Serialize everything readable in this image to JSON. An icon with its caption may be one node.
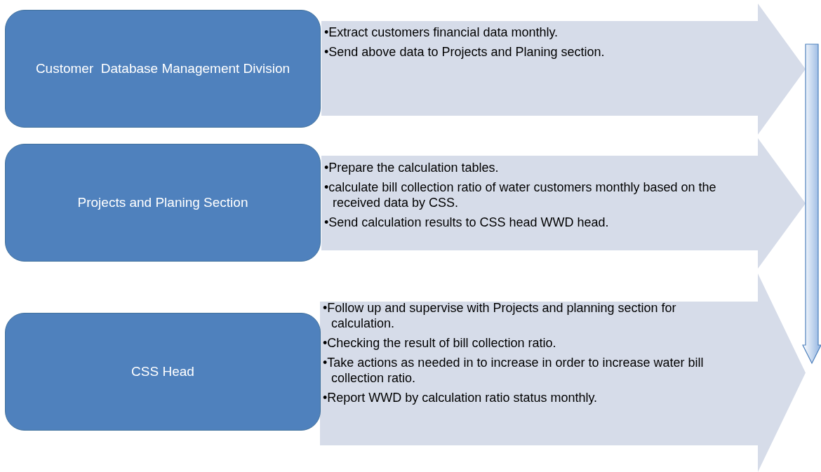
{
  "diagram": {
    "nodes": [
      {
        "text": [
          "Customer  Database Management Division"
        ]
      },
      {
        "text": [
          "•Extract customers financial data monthly.",
          "•Send above data to Projects and Planing section."
        ]
      },
      {
        "text": [
          "Projects and Planing Section"
        ]
      },
      {
        "text": [
          "•Prepare the calculation tables.",
          "•calculate bill collection ratio of water customers monthly based on the received data by CSS.",
          "•Send calculation results to CSS head WWD head."
        ]
      },
      {
        "text": [
          "CSS Head"
        ]
      },
      {
        "text": [
          "•Follow up and supervise with Projects and planning section for calculation.",
          "•Checking the result of bill collection ratio.",
          "•Take actions as needed in to increase in order to increase water bill collection ratio.",
          "•Report WWD by calculation ratio status monthly."
        ]
      }
    ]
  }
}
